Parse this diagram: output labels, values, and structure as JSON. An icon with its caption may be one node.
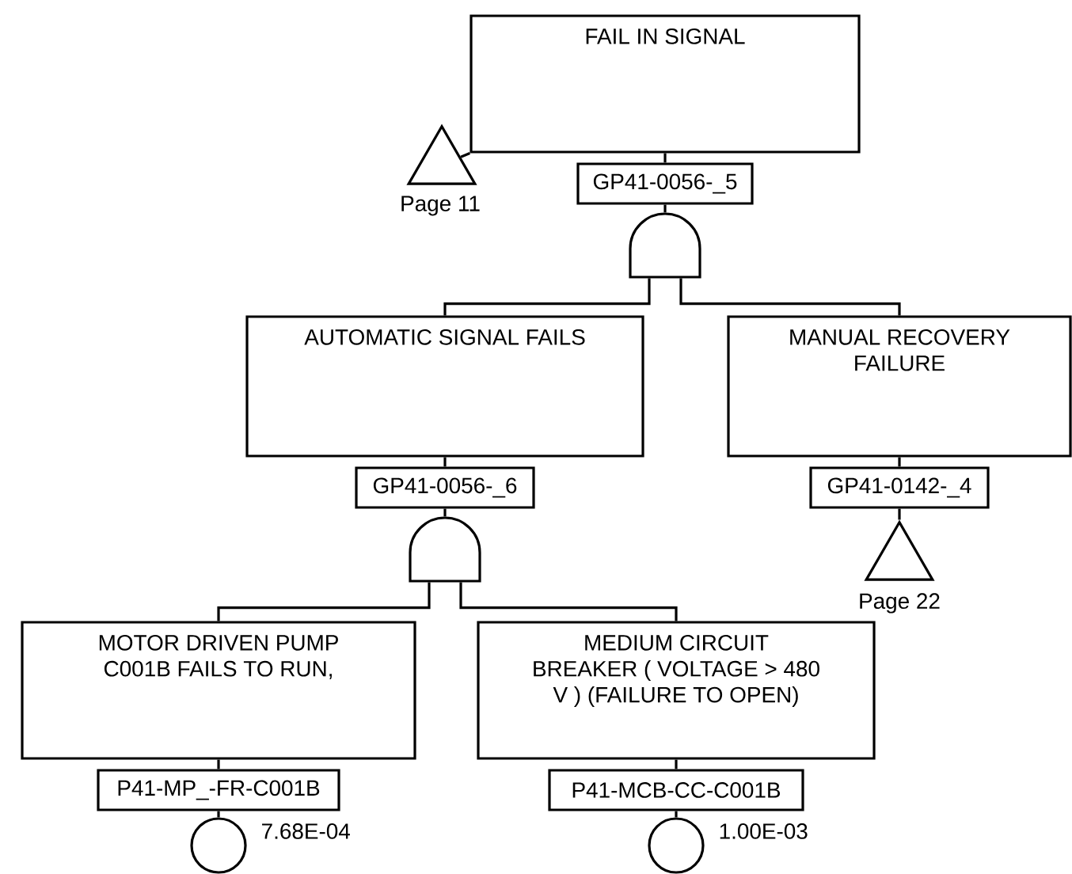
{
  "diagram": {
    "nodes": [
      {
        "text": [
          "FAIL IN SIGNAL"
        ]
      },
      {
        "text": [
          "GP41-0056-_5"
        ]
      },
      {
        "text": [],
        "shape": "gate"
      },
      {
        "text": [],
        "shape": "triangle",
        "beside": [
          "Page 11"
        ]
      },
      {
        "text": [
          "AUTOMATIC SIGNAL FAILS"
        ]
      },
      {
        "text": [
          "MANUAL RECOVERY FAILURE"
        ]
      },
      {
        "text": [
          "GP41-0056-_6"
        ]
      },
      {
        "text": [],
        "shape": "gate"
      },
      {
        "text": [
          "GP41-0142-_4"
        ]
      },
      {
        "text": [],
        "shape": "triangle",
        "beside": [
          "Page 22"
        ]
      },
      {
        "text": [
          "MOTOR DRIVEN PUMP C001B FAILS TO RUN,"
        ]
      },
      {
        "text": [
          "MEDIUM CIRCUIT BREAKER ( VOLTAGE > 480 V ) (FAILURE TO OPEN)"
        ]
      },
      {
        "text": [
          "P41-MP_-FR-C001B"
        ]
      },
      {
        "text": [],
        "shape": "circle",
        "beside": [
          "7.68E-04"
        ]
      },
      {
        "text": [
          "P41-MCB-CC-C001B"
        ]
      },
      {
        "text": [],
        "shape": "circle",
        "beside": [
          "1.00E-03"
        ]
      }
    ],
    "edges": [
      {
        "from": 0,
        "to": 1,
        "arrow": "none"
      },
      {
        "from": 3,
        "to": 0,
        "arrow": "none"
      },
      {
        "from": 1,
        "to": 2,
        "arrow": "none"
      },
      {
        "from": 2,
        "to": 4,
        "arrow": "none"
      },
      {
        "from": 2,
        "to": 5,
        "arrow": "none"
      },
      {
        "from": 4,
        "to": 6,
        "arrow": "none"
      },
      {
        "from": 6,
        "to": 7,
        "arrow": "none"
      },
      {
        "from": 5,
        "to": 8,
        "arrow": "none"
      },
      {
        "from": 8,
        "to": 9,
        "arrow": "none"
      },
      {
        "from": 7,
        "to": 10,
        "arrow": "none"
      },
      {
        "from": 7,
        "to": 11,
        "arrow": "none"
      },
      {
        "from": 10,
        "to": 12,
        "arrow": "none"
      },
      {
        "from": 12,
        "to": 13,
        "arrow": "none"
      },
      {
        "from": 11,
        "to": 14,
        "arrow": "none"
      },
      {
        "from": 14,
        "to": 15,
        "arrow": "none"
      }
    ]
  }
}
